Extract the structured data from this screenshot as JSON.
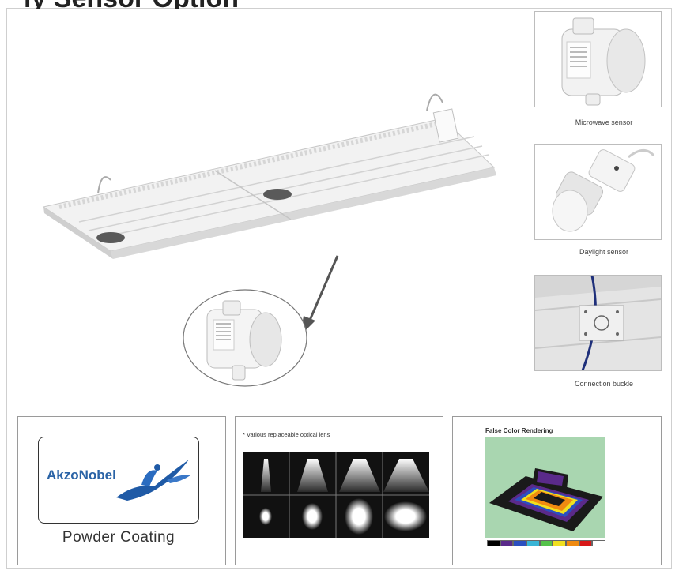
{
  "top_title": "ly Sensor Option",
  "thumbnails": [
    {
      "caption": "Microwave sensor"
    },
    {
      "caption": "Daylight sensor"
    },
    {
      "caption": "Connection buckle"
    }
  ],
  "coating": {
    "brand": "AkzoNobel",
    "label": "Powder Coating"
  },
  "lens": {
    "title": "* Various replaceable optical lens"
  },
  "rendering": {
    "title": "False Color Rendering"
  },
  "colors": {
    "scale": [
      "#000000",
      "#5a2a8a",
      "#2b4fc0",
      "#39b5d6",
      "#55c24a",
      "#f0e020",
      "#f08a10",
      "#d81818",
      "#ffffff"
    ]
  }
}
